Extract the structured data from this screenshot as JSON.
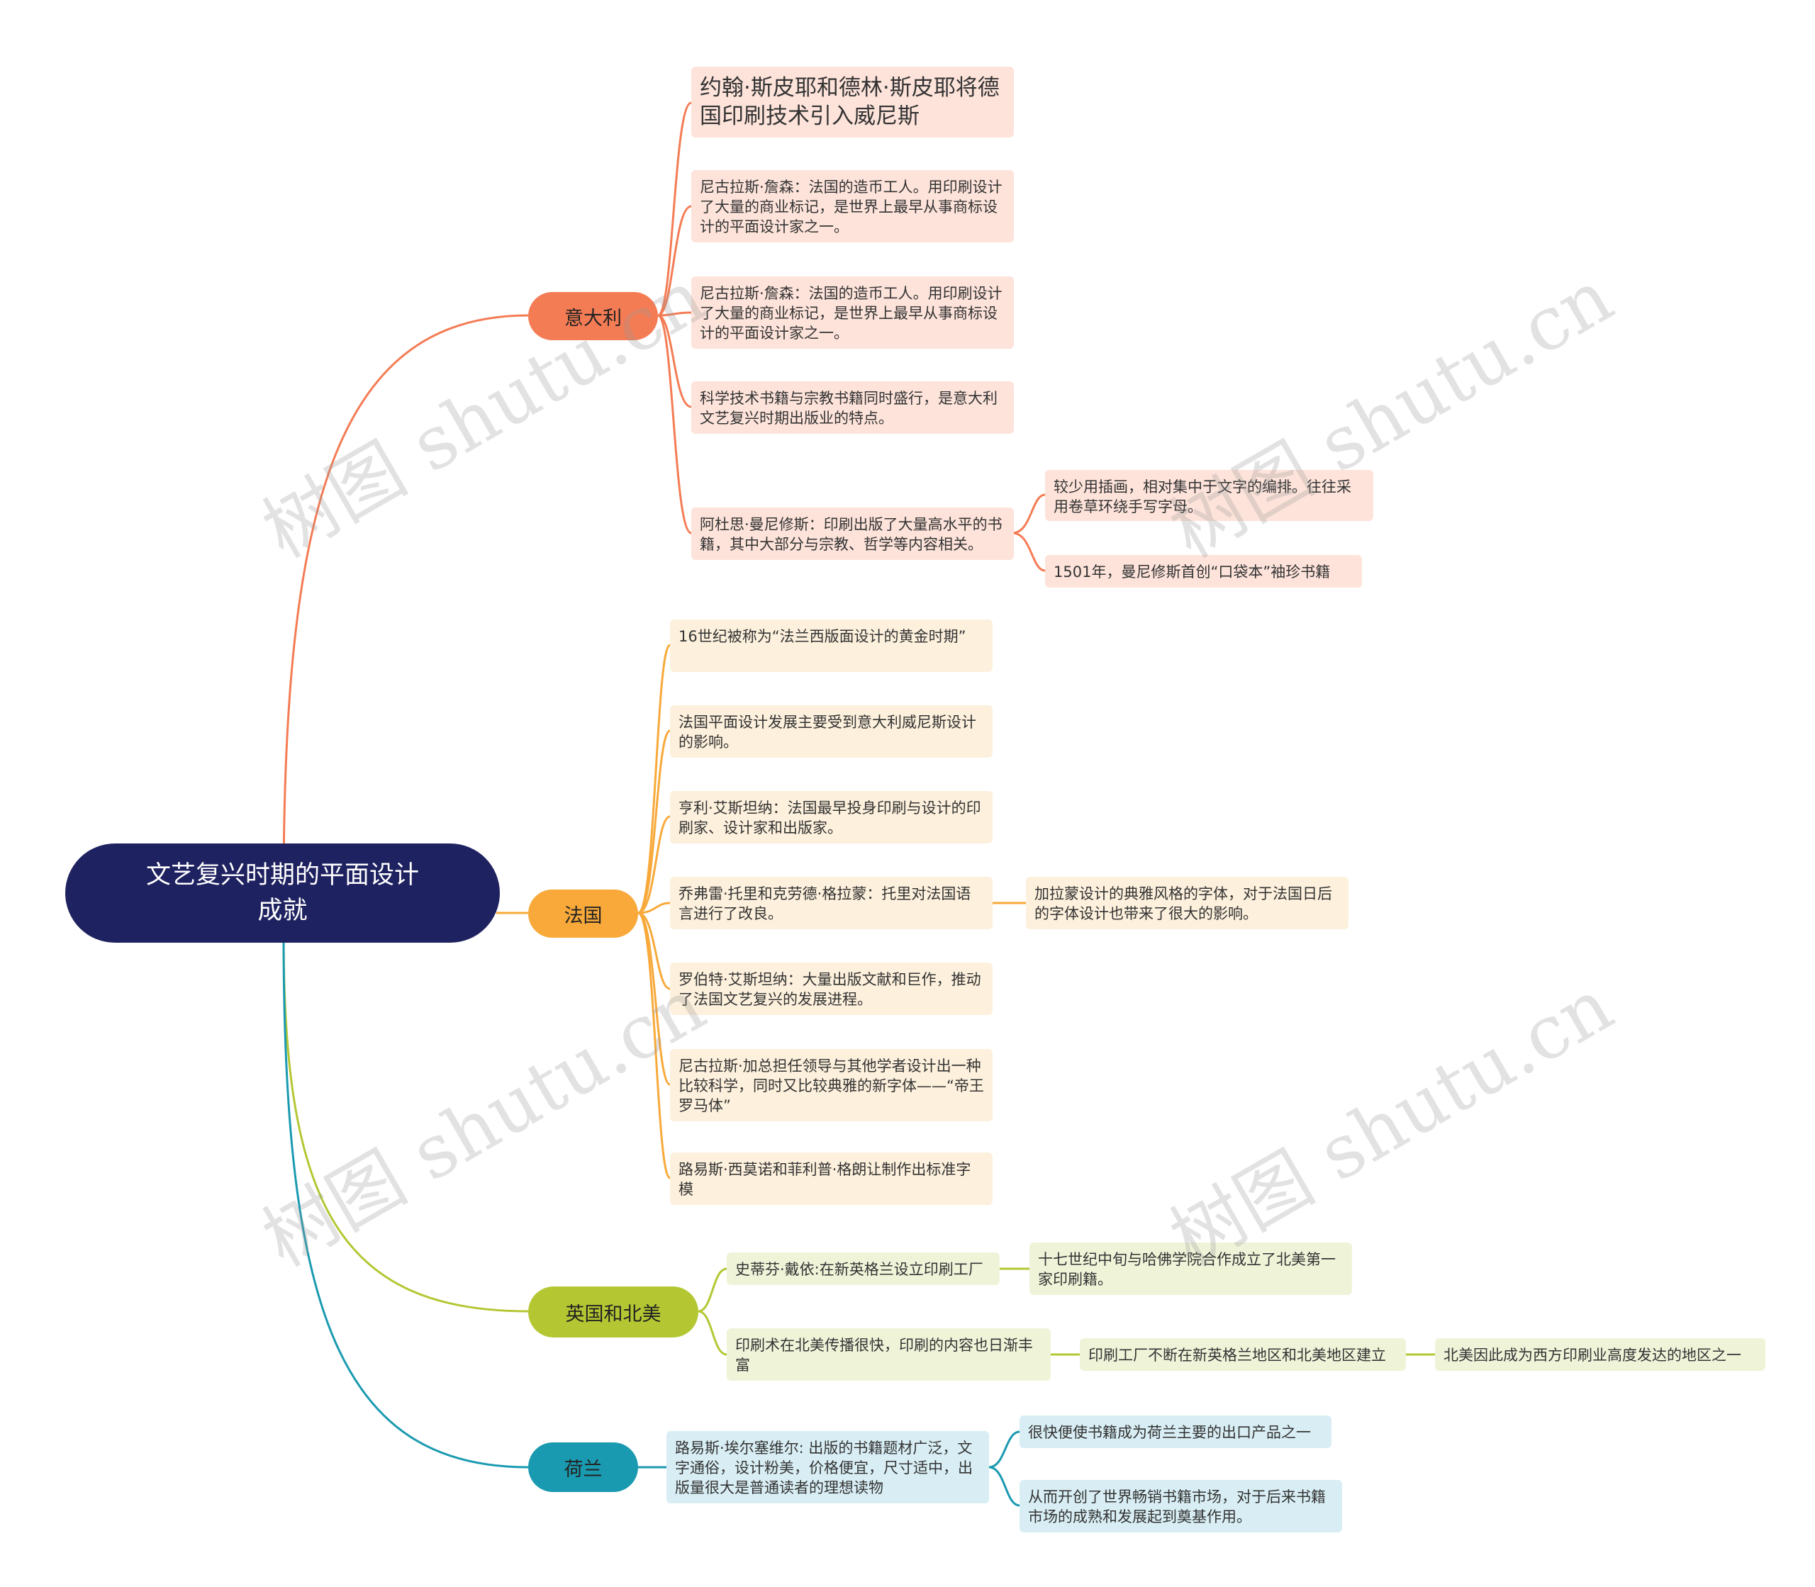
{
  "root": {
    "label": "文艺复兴时期的平面设计\n成就"
  },
  "colors": {
    "italy": "#f47c55",
    "france": "#f8a93a",
    "england": "#b4c733",
    "netherlands": "#1a9ab0",
    "root": "#1f2260"
  },
  "branches": {
    "italy": {
      "label": "意大利",
      "items": [
        "约翰·斯皮耶和德林·斯皮耶将德国印刷技术引入威尼斯",
        "尼古拉斯·詹森：法国的造币工人。用印刷设计了大量的商业标记，是世界上最早从事商标设计的平面设计家之一。",
        "尼古拉斯·詹森：法国的造币工人。用印刷设计了大量的商业标记，是世界上最早从事商标设计的平面设计家之一。",
        "科学技术书籍与宗教书籍同时盛行，是意大利文艺复兴时期出版业的特点。",
        "阿杜思·曼尼修斯：印刷出版了大量高水平的书籍，其中大部分与宗教、哲学等内容相关。"
      ],
      "sub": [
        "较少用插画，相对集中于文字的编排。往往采用卷草环绕手写字母。",
        "1501年，曼尼修斯首创“口袋本”袖珍书籍"
      ]
    },
    "france": {
      "label": "法国",
      "items": [
        "16世纪被称为“法兰西版面设计的黄金时期”",
        "法国平面设计发展主要受到意大利威尼斯设计的影响。",
        "亨利·艾斯坦纳：法国最早投身印刷与设计的印刷家、设计家和出版家。",
        "乔弗雷·托里和克劳德·格拉蒙：托里对法国语言进行了改良。",
        "罗伯特·艾斯坦纳：大量出版文献和巨作，推动了法国文艺复兴的发展进程。",
        "尼古拉斯·加总担任领导与其他学者设计出一种比较科学，同时又比较典雅的新字体——“帝王罗马体”",
        "路易斯·西莫诺和菲利普·格朗让制作出标准字模"
      ],
      "sub": [
        "加拉蒙设计的典雅风格的字体，对于法国日后的字体设计也带来了很大的影响。"
      ]
    },
    "england": {
      "label": "英国和北美",
      "items": [
        "史蒂芬·戴依:在新英格兰设立印刷工厂",
        "印刷术在北美传播很快，印刷的内容也日渐丰富"
      ],
      "sub": [
        "十七世纪中旬与哈佛学院合作成立了北美第一家印刷籍。",
        "印刷工厂不断在新英格兰地区和北美地区建立",
        "北美因此成为西方印刷业高度发达的地区之一"
      ]
    },
    "netherlands": {
      "label": "荷兰",
      "items": [
        "路易斯·埃尔塞维尔: 出版的书籍题材广泛，文字通俗，设计粉美，价格便宜，尺寸适中，出版量很大是普通读者的理想读物"
      ],
      "sub": [
        "很快便使书籍成为荷兰主要的出口产品之一",
        "从而开创了世界畅销书籍市场，对于后来书籍市场的成熟和发展起到奠基作用。"
      ]
    }
  },
  "watermark": "树图 shutu.cn"
}
